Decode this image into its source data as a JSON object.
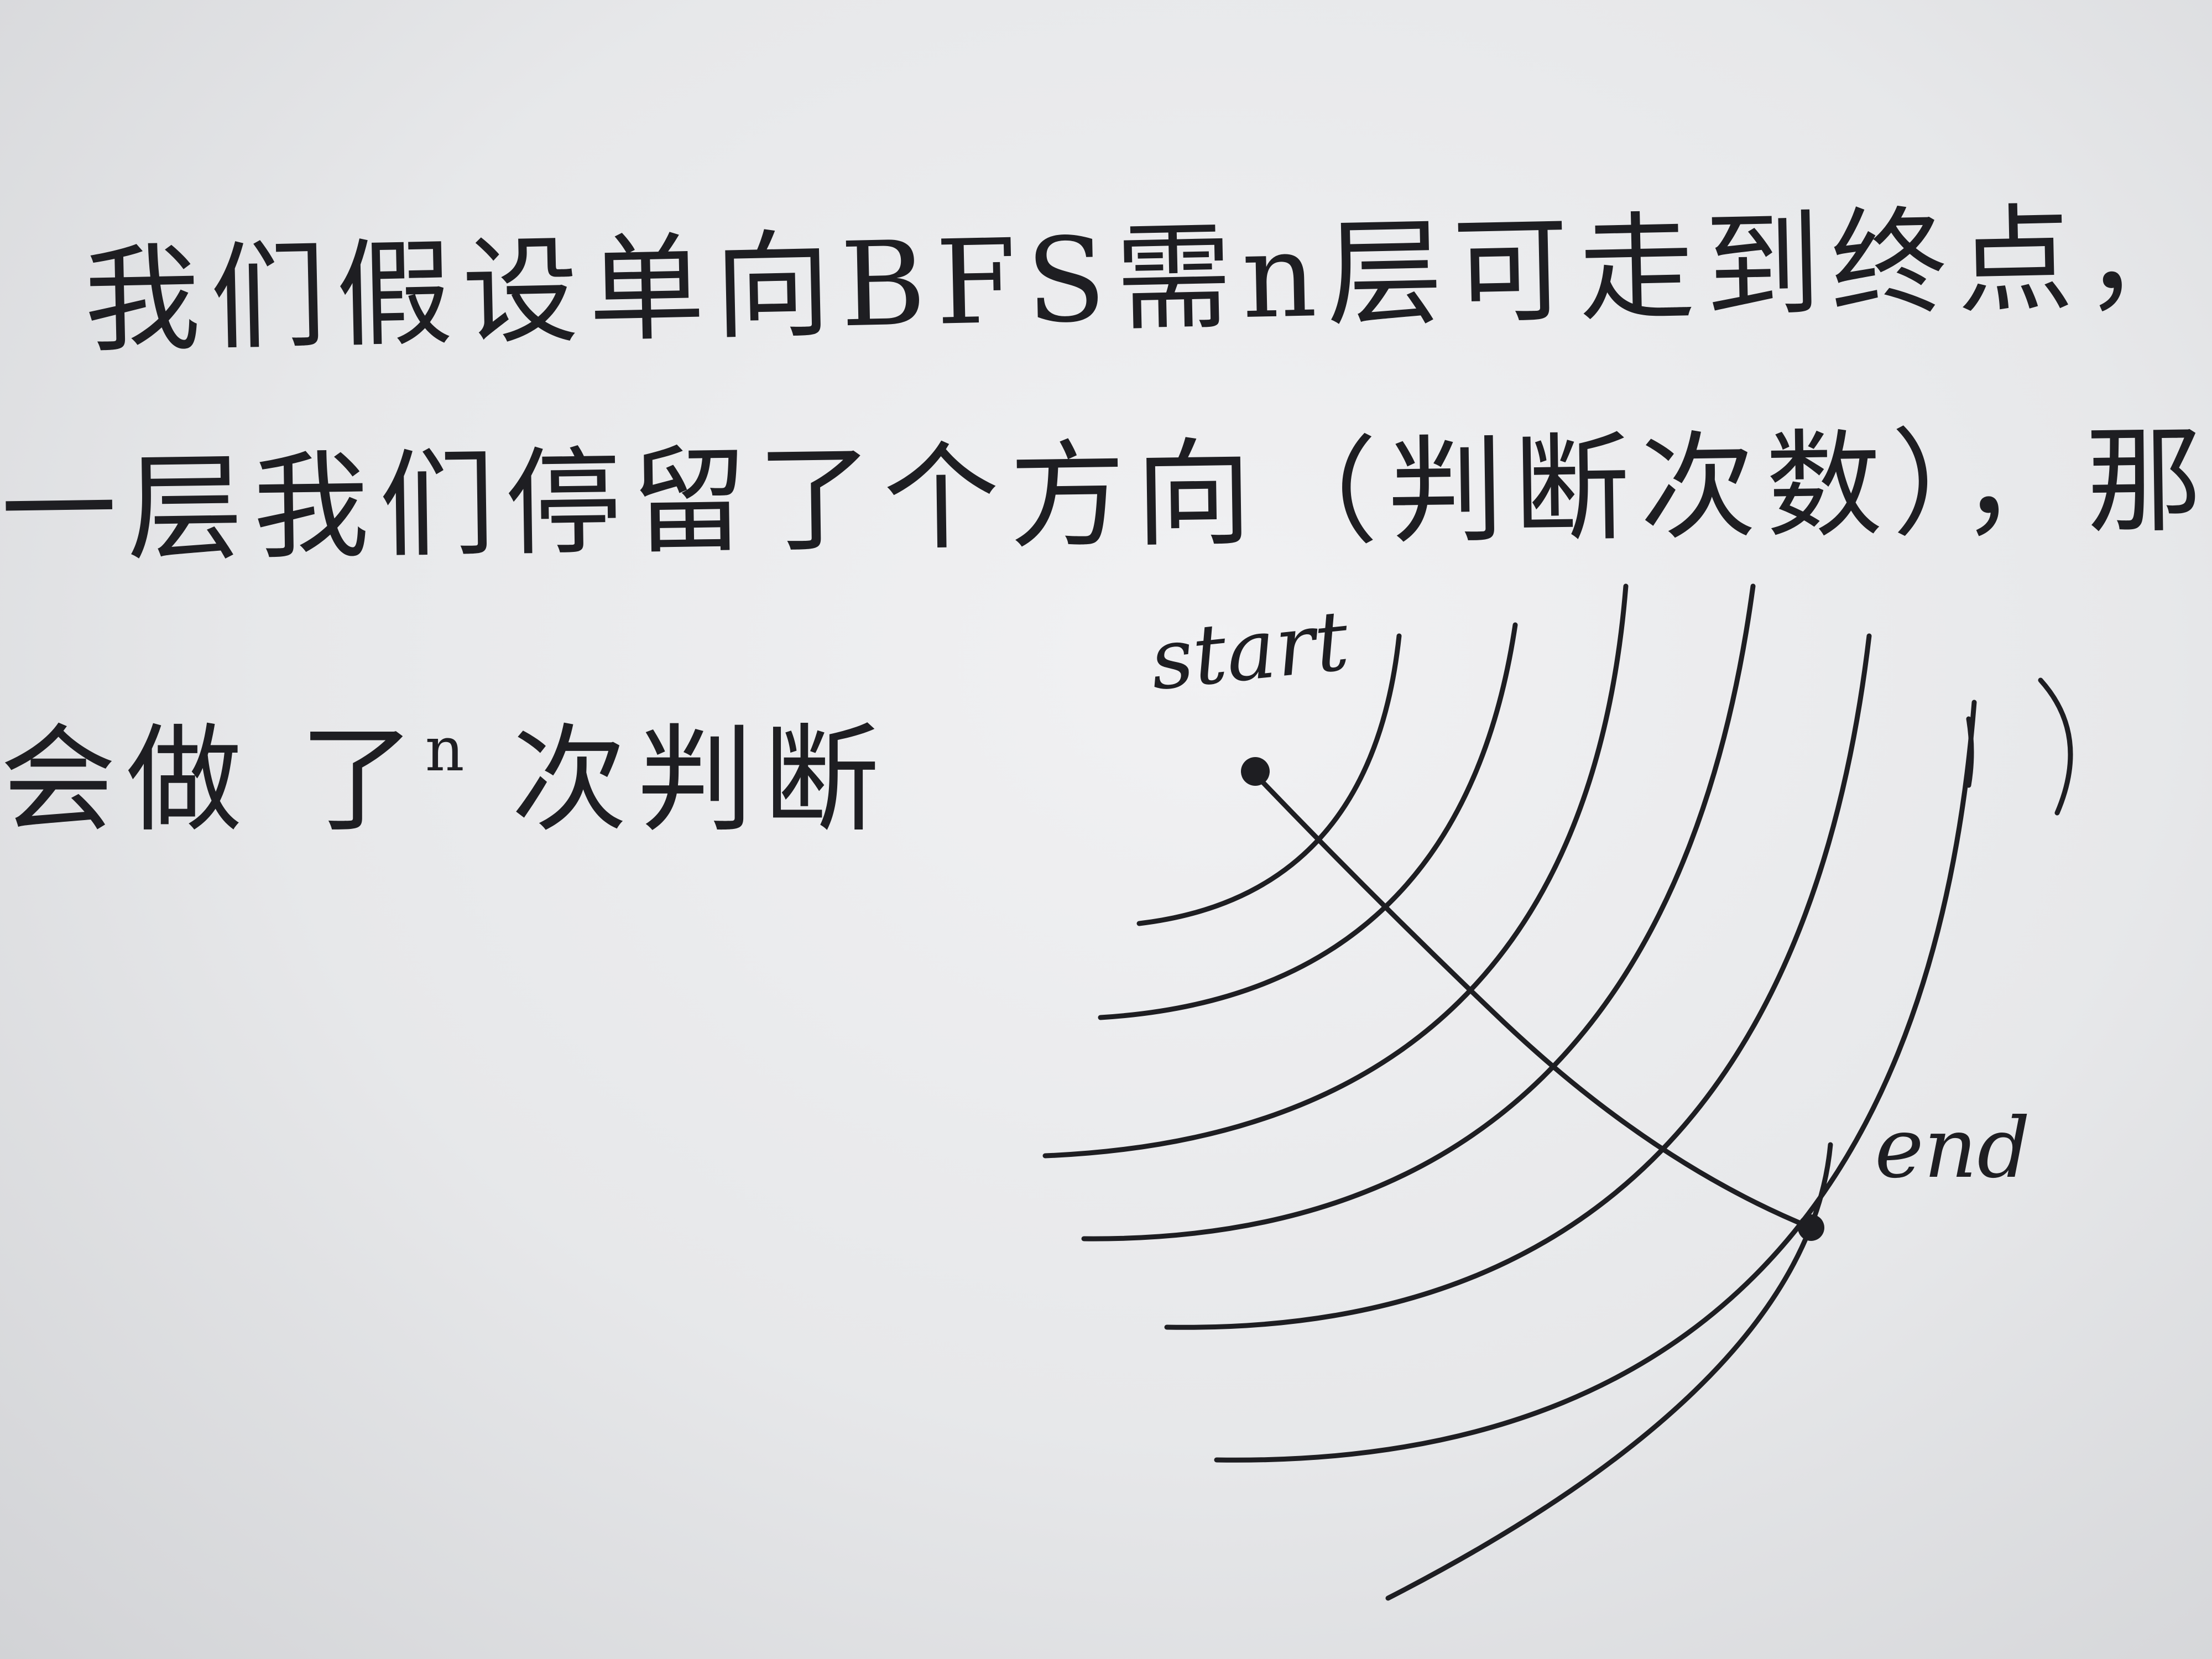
{
  "note": {
    "line1": "我们假设单向BFS需n层可走到终点，而在每",
    "line2_a": "一层我们停留了",
    "line2_b": "个方向（判断次数），那我们就",
    "line3_a": "会做 了",
    "line3_sup": "n",
    "line3_b": " 次判断"
  },
  "diagram": {
    "start_label": "start",
    "end_label": "end",
    "arc_count": 9
  },
  "colors": {
    "ink": "#1e1e22",
    "paper": "#eeeff1"
  }
}
